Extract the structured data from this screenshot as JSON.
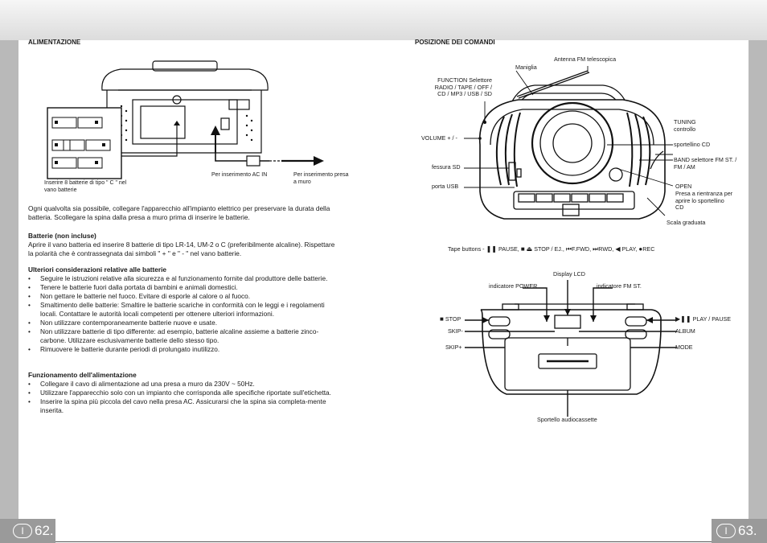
{
  "left": {
    "heading": "ALIMENTAZIONE",
    "fig_labels": {
      "batteries_note": "Inserire 8 batterie di tipo \" C \" nel vano batterie",
      "ac_in": "Per inserimento AC IN",
      "wall": "Per inserimento presa a muro"
    },
    "intro": "Ogni qualvolta sia possibile, collegare l'apparecchio all'impianto elettrico per preservare la durata della batteria. Scollegare la spina dalla presa a muro prima di inserire le batterie.",
    "batteries_heading": "Batterie (non incluse)",
    "batteries_text": "Aprire il vano batteria ed inserire 8 batterie di tipo LR-14, UM-2 o C (preferibilmente alcaline). Rispettare la polarità che è contrassegnata dai simboli \" + \" e \" - \" nel vano batterie.",
    "further_heading": "Ulteriori considerazioni relative alle batterie",
    "further_items": [
      "Seguire le istruzioni relative alla sicurezza e al funzionamento fornite dal produttore delle batterie.",
      "Tenere le batterie fuori dalla portata di bambini e animali domestici.",
      "Non gettare le batterie nel fuoco. Evitare di esporle al calore o al fuoco.",
      "Smaltimento delle batterie: Smaltire le batterie scariche in conformità con le leggi e i regolamenti locali. Contattare le autorità locali competenti per ottenere ulteriori informazioni.",
      "Non utilizzare contemporaneamente batterie nuove e usate.",
      "Non utilizzare batterie di tipo differente: ad esempio, batterie alcaline assieme a batterie zinco-carbone. Utilizzare esclusivamente batterie dello stesso tipo.",
      "Rimuovere le batterie durante periodi di prolungato inutilizzo."
    ],
    "power_heading": "Funzionamento dell'alimentazione",
    "power_items": [
      "Collegare il cavo di alimentazione ad una presa a muro da 230V ~ 50Hz.",
      "Utilizzare l'apparecchio solo con un impianto che corrisponda alle specifiche riportate sull'etichetta.",
      "Inserire la spina più piccola del cavo nella presa AC. Assicurarsi che la spina sia completa-mente inserita."
    ],
    "page_letter": "I",
    "page_number": "62."
  },
  "right": {
    "heading": "POSIZIONE DEI COMANDI",
    "top_labels": {
      "maniglia": "Maniglia",
      "antenna": "Antenna FM telescopica",
      "function": "FUNCTION Selettore RADIO / TAPE / OFF / CD / MP3 / USB / SD",
      "volume": "VOLUME + / -",
      "sd": "fessura SD",
      "usb": "porta USB",
      "tuning": "TUNING controllo",
      "cd_door": "sportellino CD",
      "band": "BAND selettore FM ST. / FM / AM",
      "open": "OPEN",
      "open_desc": "Presa a rientranza per aprire lo sportellino CD",
      "scale": "Scala graduata"
    },
    "tape": {
      "prefix": "Tape buttons -",
      "pause": "PAUSE,",
      "stop": "STOP / EJ.,",
      "ffwd": "F.FWD,",
      "rwd": "RWD,",
      "play": "PLAY,",
      "rec": "REC"
    },
    "bottom_labels": {
      "display": "Display LCD",
      "power_ind": "indicatore POWER",
      "fm_ind": "indicatore FM ST.",
      "stop": "STOP",
      "skip_minus": "SKIP-",
      "skip_plus": "SKIP+",
      "play_pause": "PLAY / PAUSE",
      "album": "ALBUM",
      "mode": "MODE",
      "cassette": "Sportello audiocassette"
    },
    "page_letter": "I",
    "page_number": "63."
  }
}
